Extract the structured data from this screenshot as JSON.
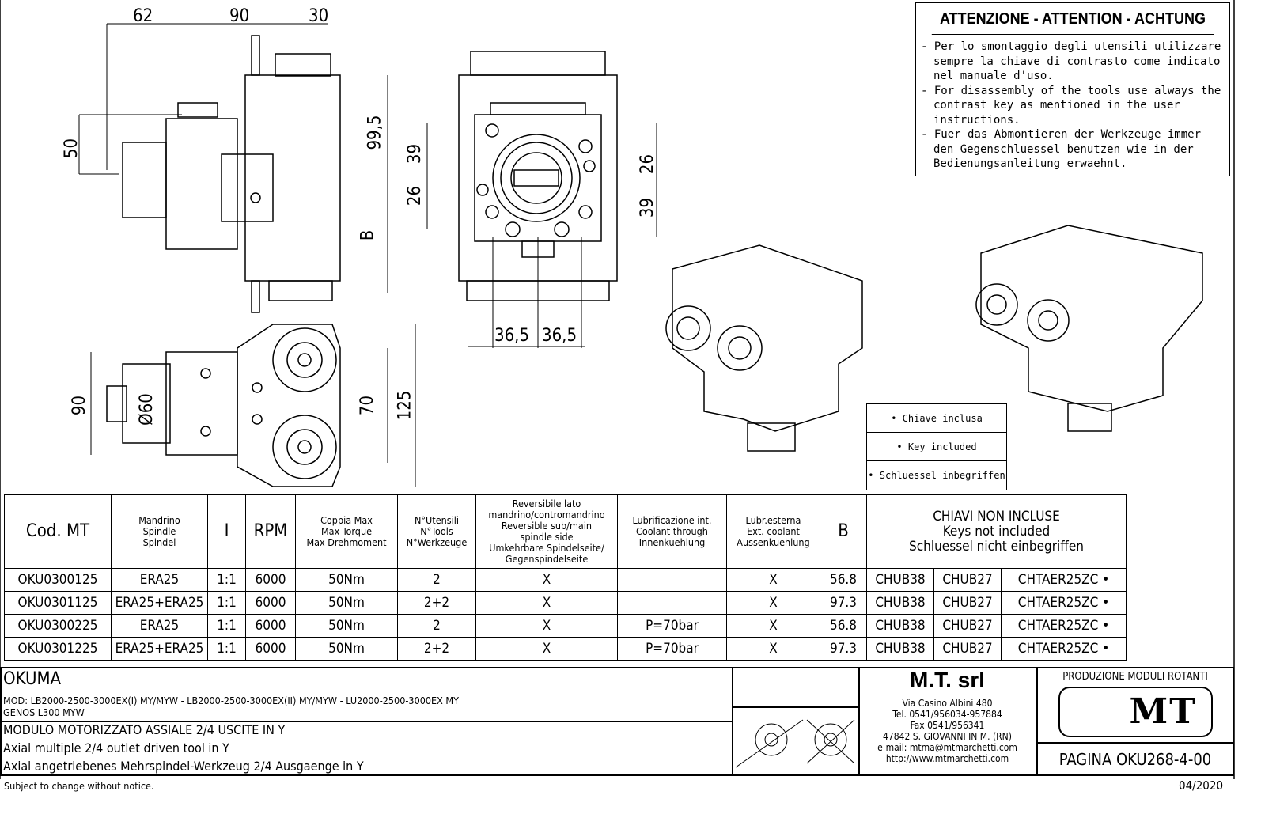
{
  "dimensions": {
    "top": [
      "62",
      "90",
      "30"
    ],
    "side_left": "50",
    "side_right": "99,5",
    "side_b": "B",
    "front_left": [
      "39",
      "26"
    ],
    "front_right": [
      "26",
      "39"
    ],
    "front_bottom": [
      "36,5",
      "36,5"
    ],
    "plan_left": "90",
    "plan_dia": "Ø60",
    "plan_right": [
      "70",
      "125"
    ]
  },
  "attention": {
    "title": "ATTENZIONE - ATTENTION - ACHTUNG",
    "items": [
      "Per lo smontaggio degli utensili utilizzare sempre la chiave di contrasto come indicato nel manuale d'uso.",
      "For disassembly of the tools use always the contrast key as mentioned in the user instructions.",
      "Fuer das Abmontieren der Werkzeuge immer den Gegenschluessel benutzen wie in der Bedienungsanleitung erwaehnt."
    ]
  },
  "keys_included": [
    "• Chiave inclusa",
    "• Key included",
    "• Schluessel inbegriffen"
  ],
  "table": {
    "headers": [
      "Cod. MT",
      "Mandrino\nSpindle\nSpindel",
      "I",
      "RPM",
      "Coppia Max\nMax Torque\nMax Drehmoment",
      "N°Utensili\nN°Tools\nN°Werkzeuge",
      "Reversibile lato\nmandrino/contromandrino\nReversible sub/main\nspindle side\nUmkehrbare Spindelseite/\nGegenspindelseite",
      "Lubrificazione int.\nCoolant through\nInnenkuehlung",
      "Lubr.esterna\nExt. coolant\nAussenkuehlung",
      "B",
      "CHIAVI NON INCLUSE\nKeys not included\nSchluessel nicht einbegriffen"
    ],
    "rows": [
      [
        "OKU0300125",
        "ERA25",
        "1:1",
        "6000",
        "50Nm",
        "2",
        "X",
        "",
        "X",
        "56.8",
        "CHUB38",
        "CHUB27",
        "CHTAER25ZC  •"
      ],
      [
        "OKU0301125",
        "ERA25+ERA25",
        "1:1",
        "6000",
        "50Nm",
        "2+2",
        "X",
        "",
        "X",
        "97.3",
        "CHUB38",
        "CHUB27",
        "CHTAER25ZC  •"
      ],
      [
        "OKU0300225",
        "ERA25",
        "1:1",
        "6000",
        "50Nm",
        "2",
        "X",
        "P=70bar",
        "X",
        "56.8",
        "CHUB38",
        "CHUB27",
        "CHTAER25ZC  •"
      ],
      [
        "OKU0301225",
        "ERA25+ERA25",
        "1:1",
        "6000",
        "50Nm",
        "2+2",
        "X",
        "P=70bar",
        "X",
        "97.3",
        "CHUB38",
        "CHUB27",
        "CHTAER25ZC  •"
      ]
    ]
  },
  "titleblock": {
    "brand": "OKUMA",
    "models": "MOD: LB2000-2500-3000EX(I) MY/MYW - LB2000-2500-3000EX(II) MY/MYW - LU2000-2500-3000EX MY",
    "models2": "GENOS L300 MYW",
    "desc_it": "MODULO MOTORIZZATO ASSIALE 2/4 USCITE IN Y",
    "desc_en": "Axial multiple 2/4 outlet driven tool in Y",
    "desc_de": "Axial angetriebenes Mehrspindel-Werkzeug 2/4 Ausgaenge in Y",
    "company": "M.T. srl",
    "address": [
      "Via Casino Albini 480",
      "Tel. 0541/956034-957884",
      "Fax 0541/956341",
      "47842 S. GIOVANNI IN M. (RN)",
      "e-mail: mtma@mtmarchetti.com",
      "http://www.mtmarchetti.com"
    ],
    "production": "PRODUZIONE MODULI ROTANTI",
    "logo_text": "MT",
    "page": "PAGINA OKU268-4-00"
  },
  "footer": {
    "notice": "Subject to change without notice.",
    "date": "04/2020"
  }
}
